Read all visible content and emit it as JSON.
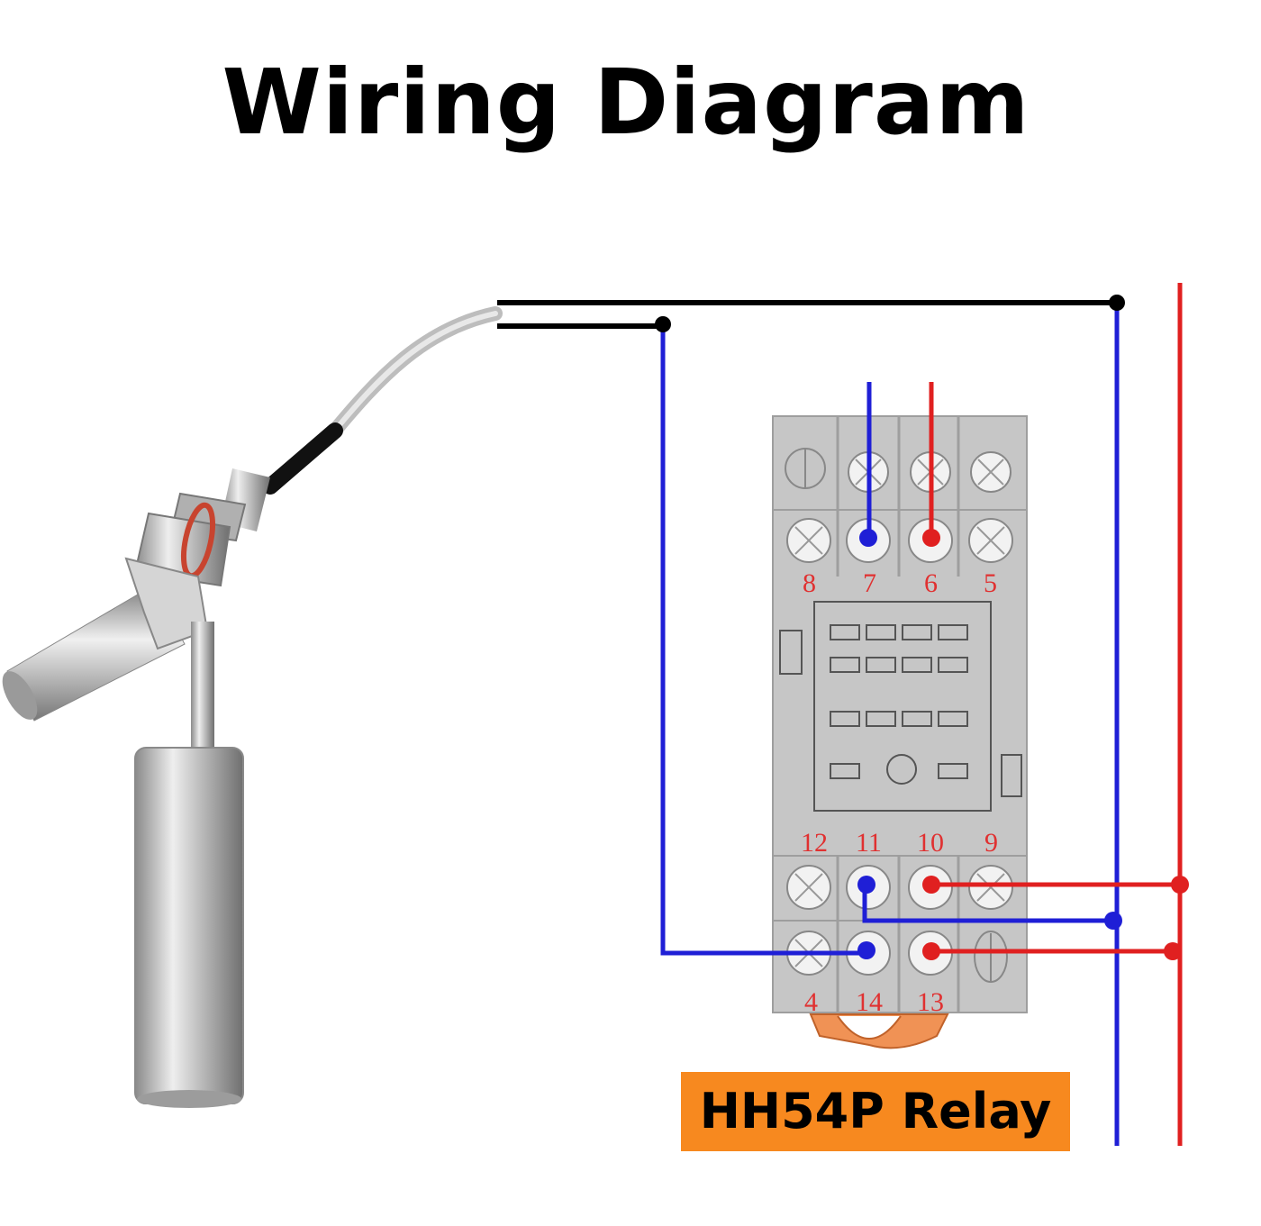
{
  "title": "Wiring Diagram",
  "relay_label": "HH54P Relay",
  "pins": {
    "top": [
      "8",
      "7",
      "6",
      "5"
    ],
    "middle": [
      "12",
      "11",
      "10",
      "9"
    ],
    "bottom": [
      "4",
      "14",
      "13"
    ]
  },
  "colors": {
    "black_wire": "#000000",
    "blue_wire": "#1f1fd6",
    "red_wire": "#e02020",
    "socket": "#c6c6c6",
    "label_bg": "#f7891f",
    "clip": "#f09255"
  }
}
